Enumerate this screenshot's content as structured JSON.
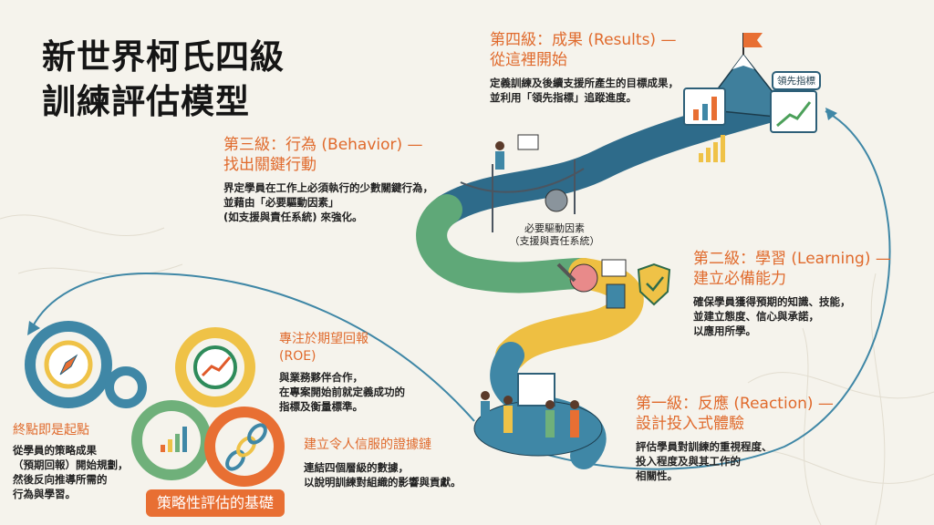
{
  "title": {
    "line1": "新世界柯氏四級",
    "line2": "訓練評估模型"
  },
  "levels": {
    "level4": {
      "heading1": "第四級：成果 (Results) —",
      "heading2": "從這裡開始",
      "body": "定義訓練及後續支援所產生的目標成果，\n並利用「領先指標」追蹤進度。",
      "tag": "領先指標"
    },
    "level3": {
      "heading1": "第三級：行為 (Behavior) —",
      "heading2": "找出關鍵行動",
      "body": "界定學員在工作上必須執行的少數關鍵行為，\n並藉由「必要驅動因素」\n(如支援與責任系統) 來強化。",
      "drivers_label": "必要驅動因素\n（支援與責任系統）"
    },
    "level2": {
      "heading1": "第二級：學習 (Learning) —",
      "heading2": "建立必備能力",
      "body": "確保學員獲得預期的知識、技能，\n並建立態度、信心與承諾，\n以應用所學。"
    },
    "level1": {
      "heading1": "第一級：反應 (Reaction) —",
      "heading2": "設計投入式體驗",
      "body": "評估學員對訓練的重視程度、\n投入程度及與其工作的\n相關性。"
    }
  },
  "foundation": {
    "roe": {
      "heading1": "專注於期望回報",
      "heading2": "(ROE)",
      "body": "與業務夥伴合作，\n在專案開始前就定義成功的\n指標及衡量標準。"
    },
    "chain": {
      "heading": "建立令人信服的證據鏈",
      "body": "連結四個層級的數據，\n以說明訓練對組織的影響與貢獻。"
    },
    "end": {
      "heading": "終點即是起點",
      "body": "從學員的策略成果\n（預期回報）開始規劃，\n然後反向推導所需的\n行為與學習。"
    },
    "badge": "策略性評估的基礎"
  },
  "colors": {
    "accent": "#e06a2c",
    "blue": "#3f87a6",
    "green": "#6fb07a",
    "yellow": "#efc247",
    "badge": "#e86f33"
  }
}
